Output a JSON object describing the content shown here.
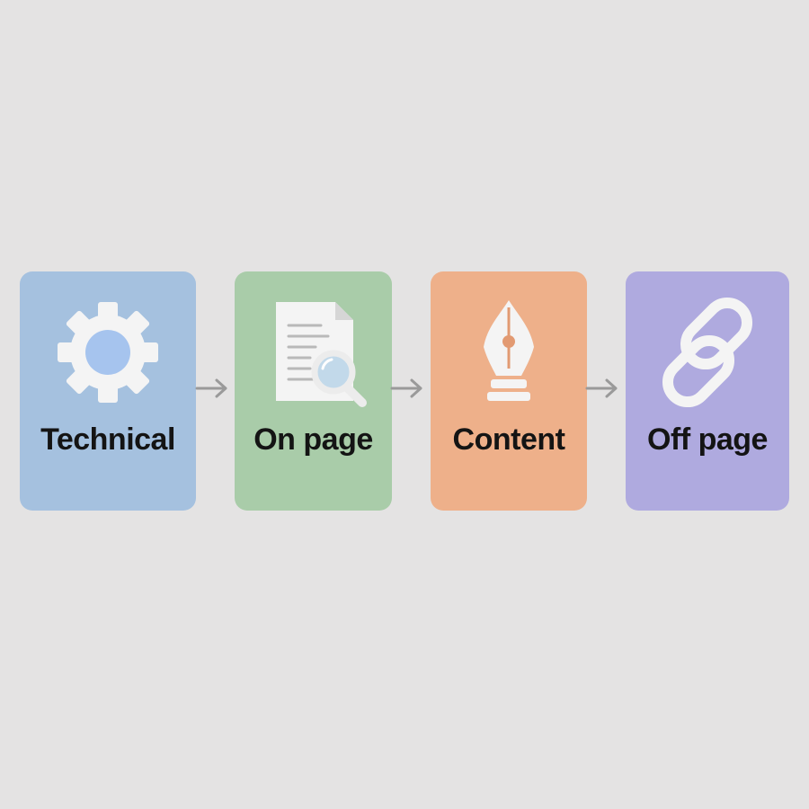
{
  "steps": [
    {
      "label": "Technical",
      "icon": "gear-icon",
      "color": "#a5c1df"
    },
    {
      "label": "On page",
      "icon": "document-search-icon",
      "color": "#a9cca9"
    },
    {
      "label": "Content",
      "icon": "pen-nib-icon",
      "color": "#eeb08a"
    },
    {
      "label": "Off page",
      "icon": "link-icon",
      "color": "#afaadf"
    }
  ],
  "connector": {
    "icon": "arrow-right-icon",
    "color": "#9a9a9a"
  }
}
